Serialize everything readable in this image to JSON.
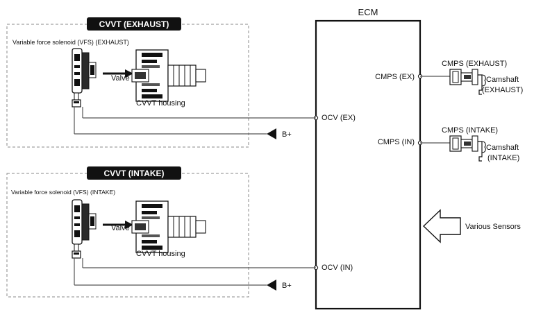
{
  "ecm": {
    "title": "ECM",
    "pins": {
      "cmps_ex": "CMPS (EX)",
      "cmps_in": "CMPS (IN)",
      "ocv_ex": "OCV (EX)",
      "ocv_in": "OCV (IN)"
    }
  },
  "exhaust": {
    "header": "CVVT (EXHAUST)",
    "vfs_label": "Variable force solenoid (VFS) (EXHAUST)",
    "valve": "Valve",
    "housing": "CVVT housing",
    "bplus": "B+"
  },
  "intake": {
    "header": "CVVT (INTAKE)",
    "vfs_label": "Variable force solenoid (VFS) (INTAKE)",
    "valve": "Valve",
    "housing": "CVVT housing",
    "bplus": "B+"
  },
  "sensors": {
    "cmps_exhaust": "CMPS (EXHAUST)",
    "camshaft_ex_line1": "Camshaft",
    "camshaft_ex_line2": "(EXHAUST)",
    "cmps_intake": "CMPS (INTAKE)",
    "camshaft_in_line1": "Camshaft",
    "camshaft_in_line2": "(INTAKE)",
    "various": "Various Sensors"
  }
}
